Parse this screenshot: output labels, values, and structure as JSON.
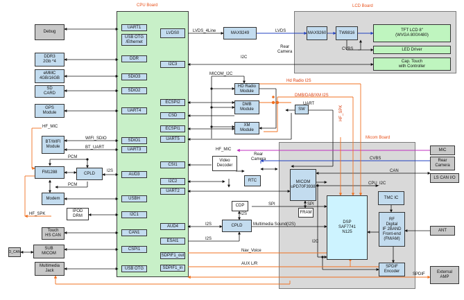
{
  "boards": {
    "cpu": "CPU Board",
    "lcd": "LCD Board",
    "micom": "Micom Board"
  },
  "cpu_ports_left": [
    "UART1",
    "USB OTG\n/Ethernet",
    "DDR",
    "SDIO3",
    "SDIO2",
    "UART4",
    "SDIO1",
    "UART3",
    "AUD3",
    "USBH",
    "I2C1",
    "CAN1",
    "CSPI1",
    "USB OTG"
  ],
  "cpu_ports_right": [
    "LVDS0",
    "I2C3",
    "ECSPI2",
    "CSD",
    "ECSPI1",
    "UART5",
    "CSI1",
    "I2C2",
    "UART2",
    "AUD4",
    "ESAI1",
    "SDPIF1_out",
    "SDPIF1_in"
  ],
  "left_blocks": {
    "debug": "Debug",
    "ddr": "DDR3\n2Gb *4",
    "emmc": "eMMC\n4GB/16GB",
    "sd": "SD\nCARD",
    "gps": "GPS\nModule",
    "btwifi": "BT/WIFI\nModule",
    "fm1288": "FM1288",
    "cpld_left": "CPLD",
    "modem": "Modem",
    "ipod": "IPOD\nDRM",
    "touch": "Touch\nHS CAN",
    "sub_micom": "SUB\nMICOM",
    "o_can": "O_CAN",
    "multimedia_jack": "Multimedia\nJack"
  },
  "center_blocks": {
    "max9249": "MAX9249",
    "hd_radio": "HD Radio\nModule",
    "dmb": "DMB\nModule",
    "xm": "XM\nModule",
    "sw": "SW",
    "video_decoder": "Video\nDecoder",
    "rtc": "RTC",
    "cdp": "CDP",
    "cpld_center": "CPLD"
  },
  "lcd_blocks": {
    "max9260": "MAX9260",
    "tw8816": "TW8816",
    "tft": "TFT LCD 8\"\n(WVGA 800X480)",
    "led": "LED Driver",
    "touch_ctrl": "Cap. Touch\nwith Controller"
  },
  "micom_blocks": {
    "micom": "MICOM\nuPD70F3938",
    "fram": "FRAM",
    "dsp": "DSP\nSAF7741\nN125",
    "tmc": "TMC IC",
    "rf": "RF\nDigital\nIF 2BAND\nFront-end\n(FM/AM)",
    "spdif_enc": "SPDIF\nEncoder"
  },
  "right_blocks": {
    "mic": "MIC",
    "rear_camera": "Rear\nCamera",
    "ls_can": "LS CAN I/O",
    "ant": "ANT",
    "external_amp": "External\nAMP"
  },
  "signals": {
    "lvds_4line": "LVDS_4Line",
    "lvds": "LVDS",
    "rear_camera": "Rear\nCamera",
    "cvbs_lcd": "CVBS",
    "i2c_top": "I2C",
    "micom_i2c": "MICOM_I2C",
    "hd_radio_i2s": "Hd Radio I2S",
    "dmb_dab_xm_i2s": "DMB/DAB/XM I2S",
    "uart_sw": "UART",
    "hf_spk_vertical": "HF_SPK",
    "hf_mic_left": "HF_MIC",
    "wifi_sdio": "WIFI_SDIO",
    "bt_uart": "BT_UART",
    "pcm_top": "PCM",
    "pcm_bottom": "PCM",
    "i2s_aud3": "I2S",
    "hf_spk_left": "HF_SPK",
    "hf_mic_center": "HF_MIC",
    "rear_camera_center": "Rear\nCamera",
    "cvbs": "CVBS",
    "can": "CAN",
    "cpu_i2c": "CPU_I2C",
    "spi_top": "SPI",
    "spi_micom": "SPI",
    "i2s_cdp": "I2S",
    "multimedia_sound": "Multimedia Sound(I2S)",
    "i2s_aud4": "I2S",
    "i2s_esai": "I2S",
    "i2c_micom": "I2C",
    "nav_voice": "Nav_Voice",
    "aux_lr": "AUX L/R",
    "spdif": "SPDIF"
  }
}
